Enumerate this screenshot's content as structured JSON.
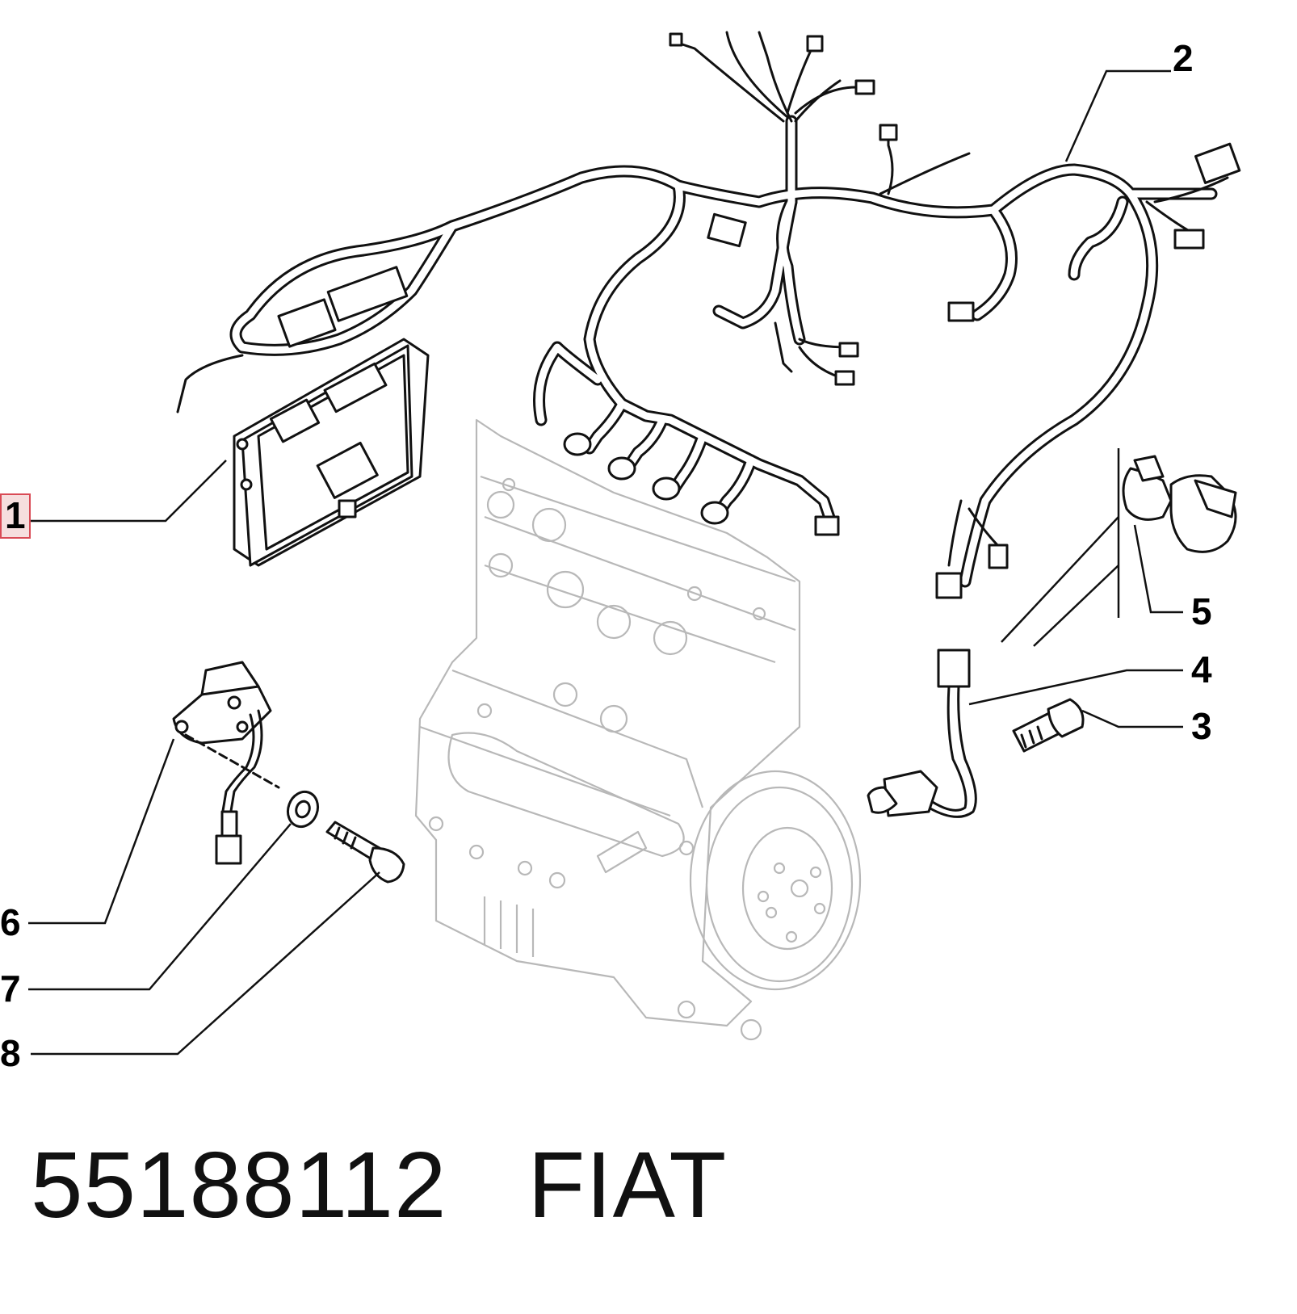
{
  "callouts": [
    {
      "id": "1",
      "label": "1",
      "highlighted": true,
      "color": "#d94a55"
    },
    {
      "id": "2",
      "label": "2"
    },
    {
      "id": "3",
      "label": "3"
    },
    {
      "id": "4",
      "label": "4"
    },
    {
      "id": "5",
      "label": "5"
    },
    {
      "id": "6",
      "label": "6"
    },
    {
      "id": "7",
      "label": "7"
    },
    {
      "id": "8",
      "label": "8"
    }
  ],
  "caption": {
    "part_number": "55188112",
    "brand": "FIAT"
  }
}
